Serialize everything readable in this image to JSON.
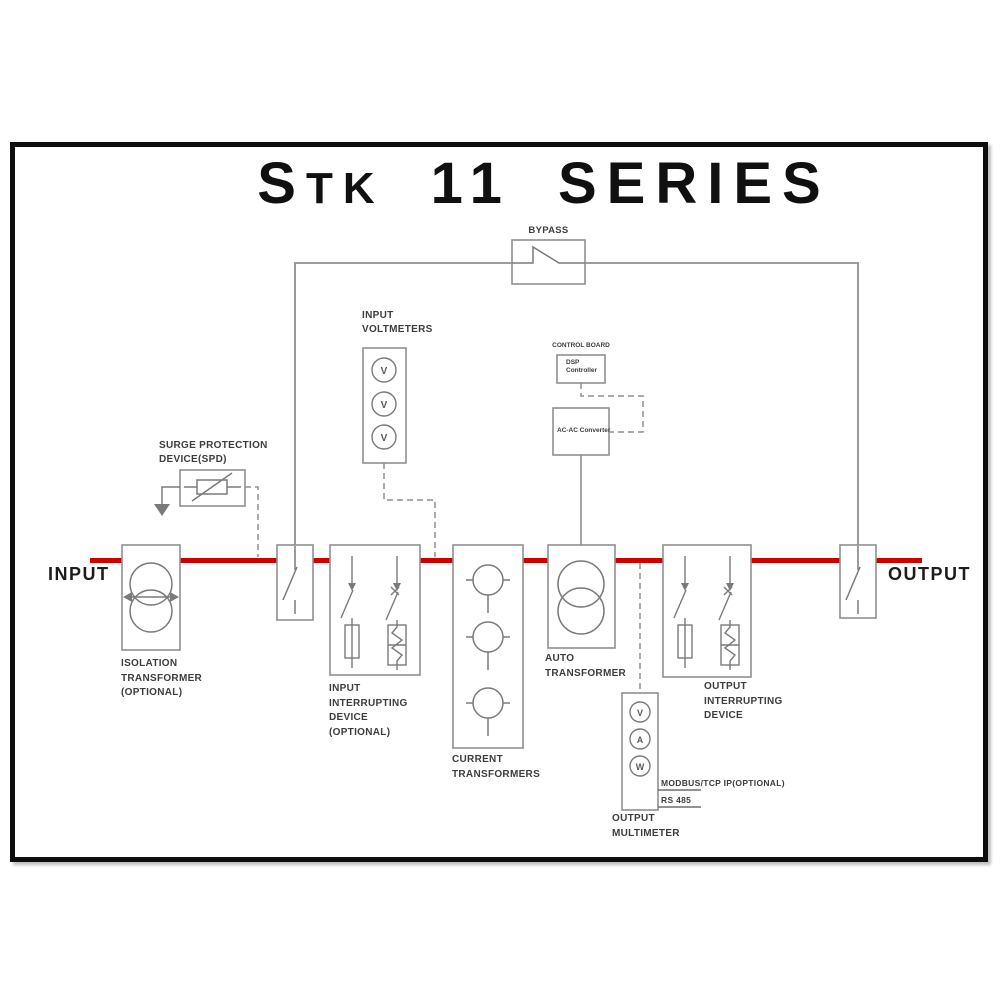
{
  "title": {
    "part1": "S",
    "part2": "TK",
    "number": "11",
    "word": "SERIES",
    "full_text": "STK 11 SERIES"
  },
  "endpoints": {
    "input": "INPUT",
    "output": "OUTPUT"
  },
  "bypass": {
    "label": "BYPASS"
  },
  "input_voltmeters": {
    "lines": [
      "INPUT",
      "VOLTMETERS"
    ],
    "meters": [
      "V",
      "V",
      "V"
    ]
  },
  "control_board": {
    "label": "CONTROL BOARD",
    "box_lines": [
      "DSP",
      "Controller"
    ]
  },
  "converter": {
    "label": "AC-AC Converter"
  },
  "surge_protection": {
    "lines": [
      "SURGE PROTECTION",
      "DEVICE(SPD)"
    ]
  },
  "isolation_transformer": {
    "lines": [
      "ISOLATION",
      "TRANSFORMER",
      "(OPTIONAL)"
    ]
  },
  "input_interrupting": {
    "lines": [
      "INPUT",
      "INTERRUPTING",
      "DEVICE",
      "(OPTIONAL)"
    ]
  },
  "current_transformers": {
    "lines": [
      "CURRENT",
      "TRANSFORMERS"
    ]
  },
  "auto_transformer": {
    "lines": [
      "AUTO",
      "TRANSFORMER"
    ]
  },
  "output_interrupting": {
    "lines": [
      "OUTPUT",
      "INTERRUPTING",
      "DEVICE"
    ]
  },
  "output_multimeter": {
    "lines": [
      "OUTPUT",
      "MULTIMETER"
    ],
    "meters": [
      "V",
      "A",
      "W"
    ]
  },
  "comm": {
    "modbus": "MODBUS/TCP IP(OPTIONAL)",
    "rs485": "RS 485"
  },
  "colors": {
    "bus_red": "#cc0000",
    "line_gray": "#8f8f8f",
    "symbol_gray": "#7a7a7a",
    "text": "#3d3d3d",
    "frame": "#0e0e0e"
  }
}
